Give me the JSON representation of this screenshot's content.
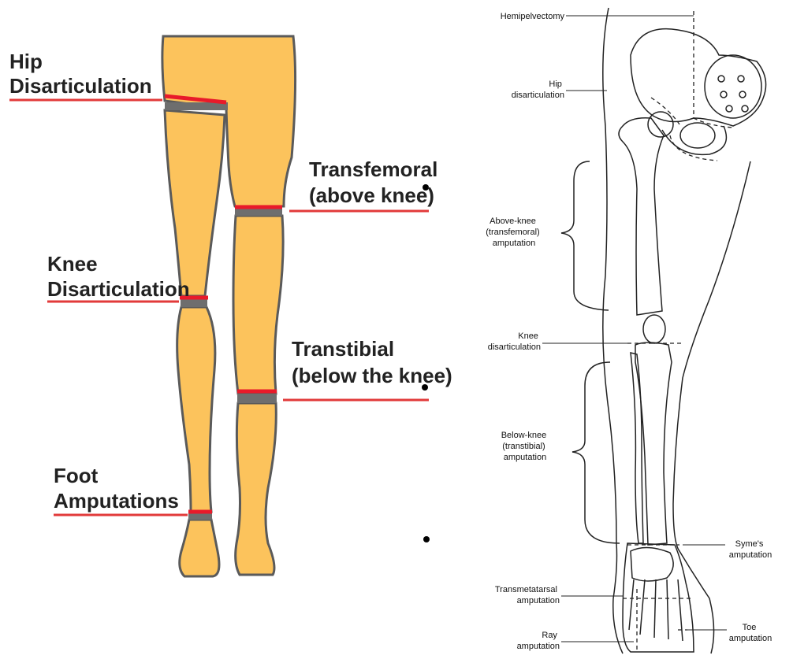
{
  "left_figure": {
    "labels": {
      "hip": [
        "Hip",
        "Disarticulation"
      ],
      "transfemoral": [
        "Transfemoral",
        "(above knee)"
      ],
      "knee": [
        "Knee",
        "Disarticulation"
      ],
      "transtibial": [
        "Transtibial",
        "(below the knee)"
      ],
      "foot": [
        "Foot",
        "Amputations"
      ]
    }
  },
  "right_figure": {
    "labels": {
      "hemipelvectomy": [
        "Hemipelvectomy"
      ],
      "hip": [
        "Hip",
        "disarticulation"
      ],
      "above_knee": [
        "Above-knee",
        "(transfemoral)",
        "amputation"
      ],
      "knee": [
        "Knee",
        "disarticulation"
      ],
      "below_knee": [
        "Below-knee",
        "(transtibial)",
        "amputation"
      ],
      "symes": [
        "Syme's",
        "amputation"
      ],
      "transmetatarsal": [
        "Transmetatarsal",
        "amputation"
      ],
      "ray": [
        "Ray",
        "amputation"
      ],
      "toe": [
        "Toe",
        "amputation"
      ]
    }
  },
  "colors": {
    "leg_fill": "#FCC35C",
    "outline": "#5a5a5a",
    "cut_line": "#E81A2A",
    "label_line": "#E23A3A",
    "bone_line": "#222222"
  }
}
